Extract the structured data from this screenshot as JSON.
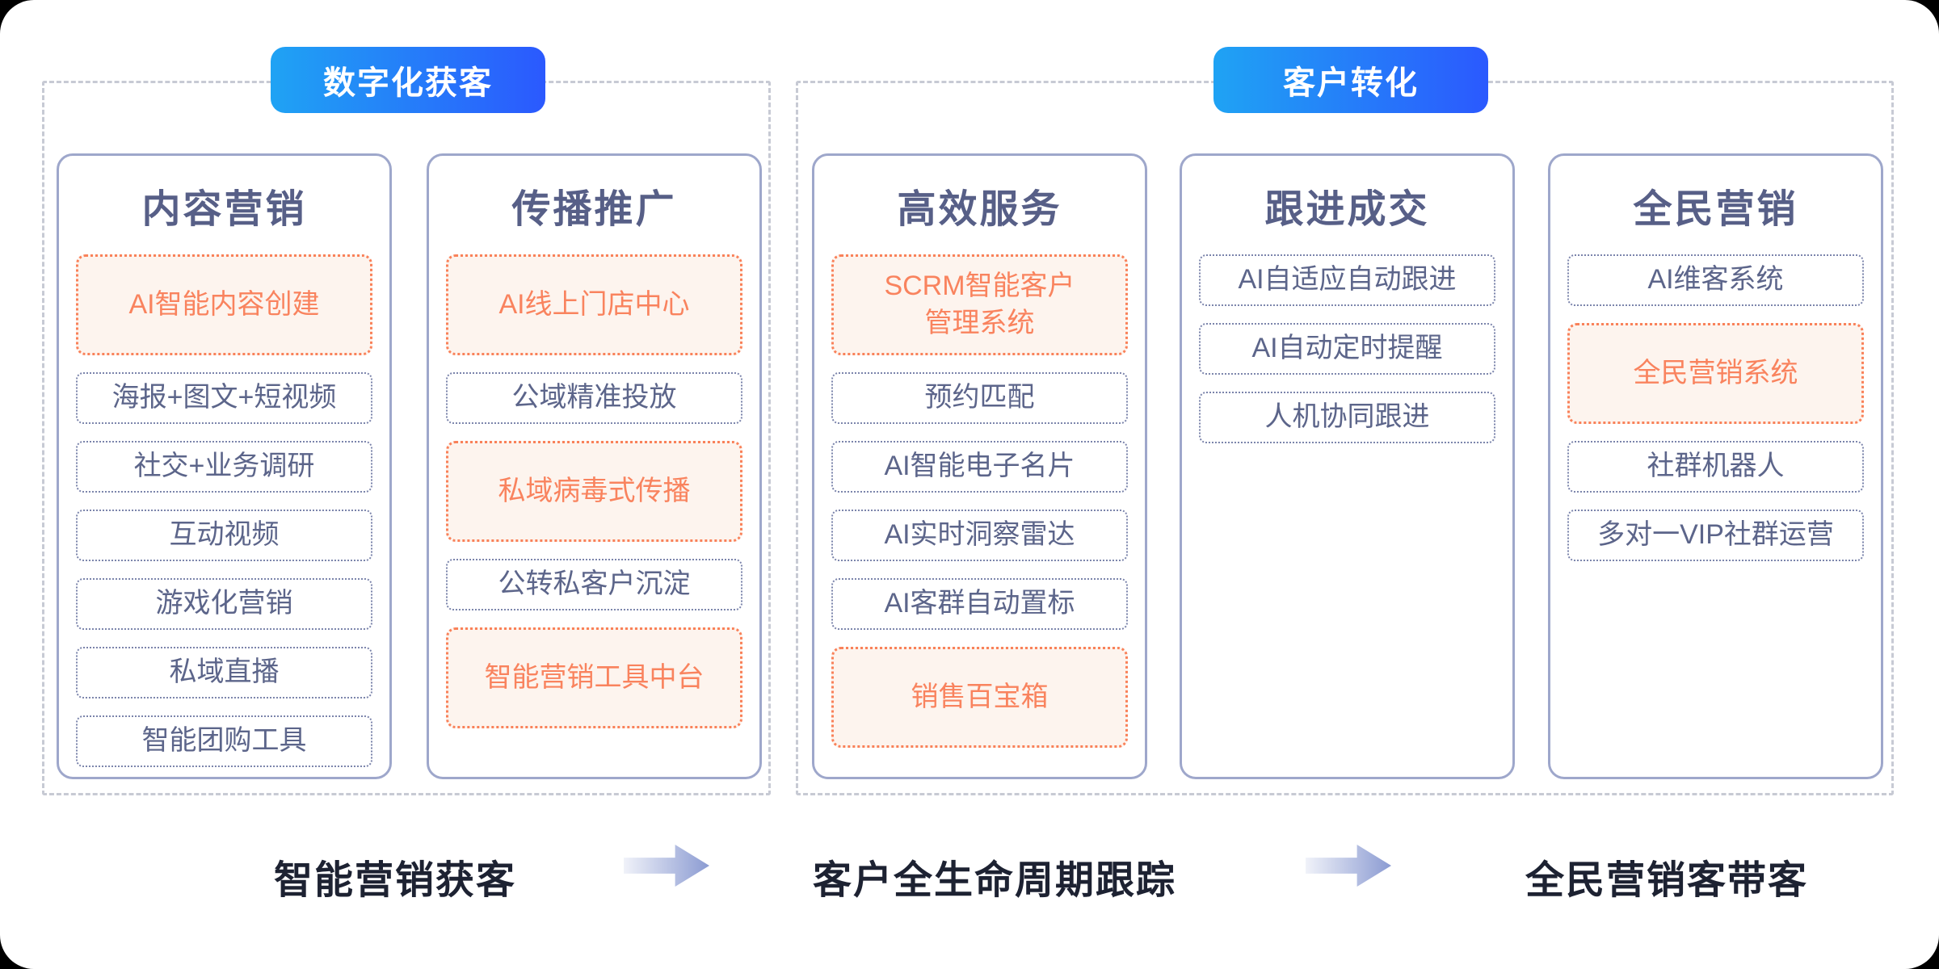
{
  "colors": {
    "badge_gradient_start": "#1FA3F4",
    "badge_gradient_end": "#2B59FE",
    "card_border": "#9EA7CB",
    "item_border": "#7B84AB",
    "item_text": "#5C658A",
    "title_text": "#575F87",
    "highlight_border": "#F98159",
    "highlight_text": "#F9835E",
    "highlight_bg": "#FDF4EE",
    "section_dash": "#C7CAD4",
    "flow_text": "#1D2232",
    "arrow_gradient_end": "#8B9BD2"
  },
  "sections": [
    {
      "badge": "数字化获客",
      "columns": [
        {
          "title": "内容营销",
          "items": [
            {
              "label": "AI智能内容创建",
              "highlight": true
            },
            {
              "label": "海报+图文+短视频",
              "highlight": false
            },
            {
              "label": "社交+业务调研",
              "highlight": false
            },
            {
              "label": "互动视频",
              "highlight": false
            },
            {
              "label": "游戏化营销",
              "highlight": false
            },
            {
              "label": "私域直播",
              "highlight": false
            },
            {
              "label": "智能团购工具",
              "highlight": false
            }
          ]
        },
        {
          "title": "传播推广",
          "items": [
            {
              "label": "AI线上门店中心",
              "highlight": true
            },
            {
              "label": "公域精准投放",
              "highlight": false
            },
            {
              "label": "私域病毒式传播",
              "highlight": true
            },
            {
              "label": "公转私客户沉淀",
              "highlight": false
            },
            {
              "label": "智能营销工具中台",
              "highlight": true
            }
          ]
        }
      ]
    },
    {
      "badge": "客户转化",
      "columns": [
        {
          "title": "高效服务",
          "items": [
            {
              "label": "SCRM智能客户\n管理系统",
              "highlight": true
            },
            {
              "label": "预约匹配",
              "highlight": false
            },
            {
              "label": "AI智能电子名片",
              "highlight": false
            },
            {
              "label": "AI实时洞察雷达",
              "highlight": false
            },
            {
              "label": "AI客群自动置标",
              "highlight": false
            },
            {
              "label": "销售百宝箱",
              "highlight": true
            }
          ]
        },
        {
          "title": "跟进成交",
          "items": [
            {
              "label": "AI自适应自动跟进",
              "highlight": false
            },
            {
              "label": "AI自动定时提醒",
              "highlight": false
            },
            {
              "label": "人机协同跟进",
              "highlight": false
            }
          ]
        },
        {
          "title": "全民营销",
          "items": [
            {
              "label": "AI维客系统",
              "highlight": false
            },
            {
              "label": "全民营销系统",
              "highlight": true
            },
            {
              "label": "社群机器人",
              "highlight": false
            },
            {
              "label": "多对一VIP社群运营",
              "highlight": false
            }
          ]
        }
      ]
    }
  ],
  "flow": {
    "steps": [
      {
        "label": "智能营销获客"
      },
      {
        "label": "客户全生命周期跟踪"
      },
      {
        "label": "全民营销客带客"
      }
    ]
  }
}
